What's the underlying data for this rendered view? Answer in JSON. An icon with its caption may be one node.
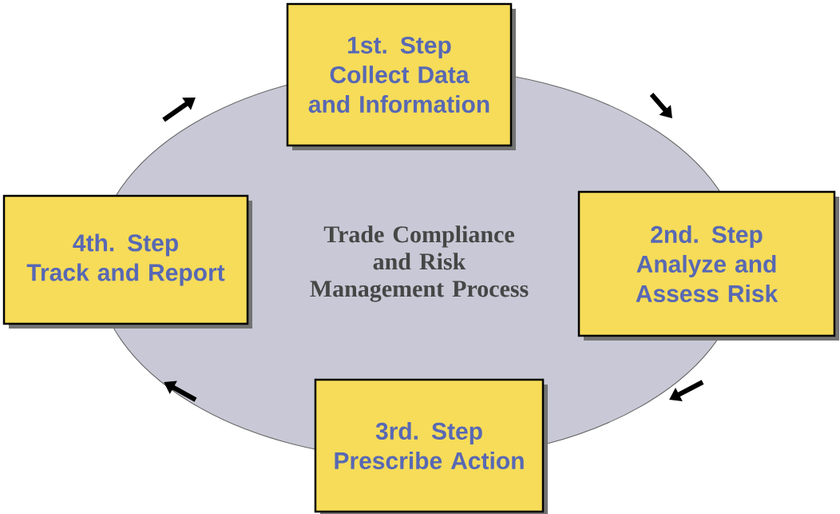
{
  "diagram": {
    "nodes": [
      {
        "text": [
          "Trade Compliance and Risk Management Process"
        ]
      },
      {
        "text": [
          "1st. Step",
          "Collect Data and Information"
        ]
      },
      {
        "text": [
          "2nd. Step",
          "Analyze and Assess Risk"
        ]
      },
      {
        "text": [
          "3rd. Step",
          "Prescribe Action"
        ]
      },
      {
        "text": [
          "4th. Step",
          "Track and Report"
        ]
      }
    ]
  }
}
